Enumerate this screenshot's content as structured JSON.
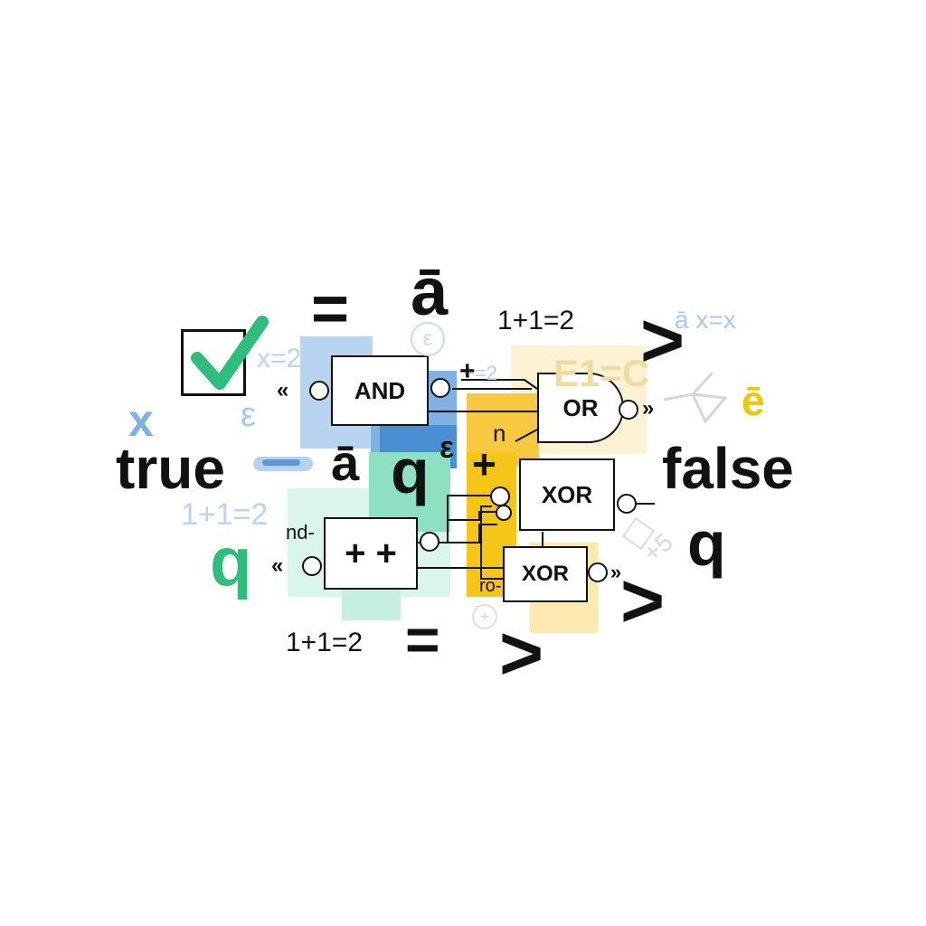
{
  "symbols": {
    "true": "true",
    "false": "false",
    "equals_top": "=",
    "equals_bottom": "=",
    "a_bar_top": "ā",
    "a_bar_mid": "ā",
    "q_mid": "q",
    "q_right": "q",
    "q_left_green": "q",
    "x_left": "x",
    "e_bar_right": "ē",
    "plus_wire": "+",
    "plus_yellow": "+",
    "n_label": "n",
    "nd_label": "nd-",
    "ro_label": "ro-",
    "gt_top": ">",
    "gt_right": ">",
    "gt_bottom": ">",
    "eq_top": "1+1=2",
    "eq_left": "1+1=2",
    "eq_bottom": "1+1=2",
    "x_eq_2": "x=2",
    "a_bar_x_eq_x": "ā x=x",
    "faint_plus2": "+=2",
    "faint_e1c": "E1=C",
    "faint_epsilon_left": "ε",
    "faint_epsilon_mid": "ε",
    "faint_3": "ε",
    "faint_plus5": "+5",
    "faint_plus_circle": "+"
  },
  "gates": {
    "and": "AND",
    "or": "OR",
    "xor_top": "XOR",
    "xor_bottom": "XOR",
    "plus_plus": "+ +"
  },
  "arrows": {
    "and_in": "«",
    "pp_in": "«",
    "or_out": "»",
    "xor_out": "»"
  },
  "colors": {
    "ink": "#111111",
    "green_check": "#2ebd7a",
    "blue_light": "#a9c9ea",
    "blue_mid": "#5b9bd5",
    "blue_dark": "#3d7fc4",
    "teal_light": "#b7eadb",
    "teal_mid": "#6fd6b3",
    "yellow_light": "#fbe8b3",
    "yellow_mid": "#f7cf5a",
    "yellow_dark": "#f2b705",
    "faint_blue": "#b8d4ee",
    "faint_yellow": "#eedca0",
    "grey": "#cccccc"
  }
}
